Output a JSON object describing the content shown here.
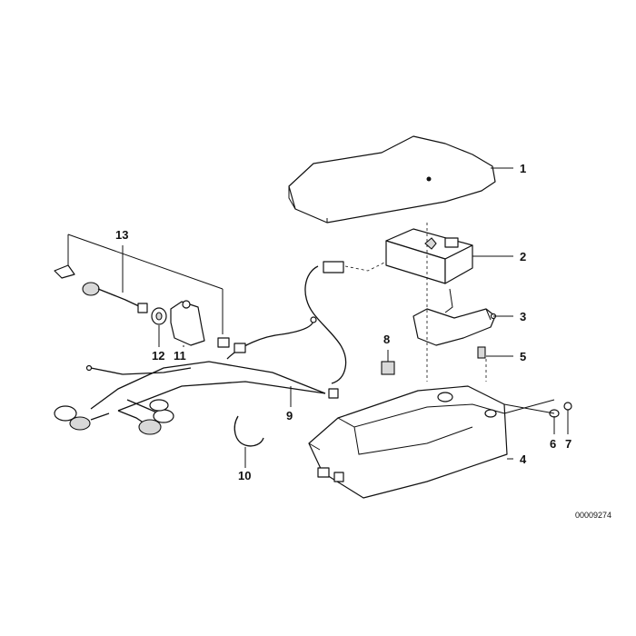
{
  "diagram": {
    "callouts": [
      "1",
      "2",
      "3",
      "4",
      "5",
      "6",
      "7",
      "8",
      "9",
      "10",
      "11",
      "12",
      "13"
    ],
    "reference_code": "00009274"
  }
}
